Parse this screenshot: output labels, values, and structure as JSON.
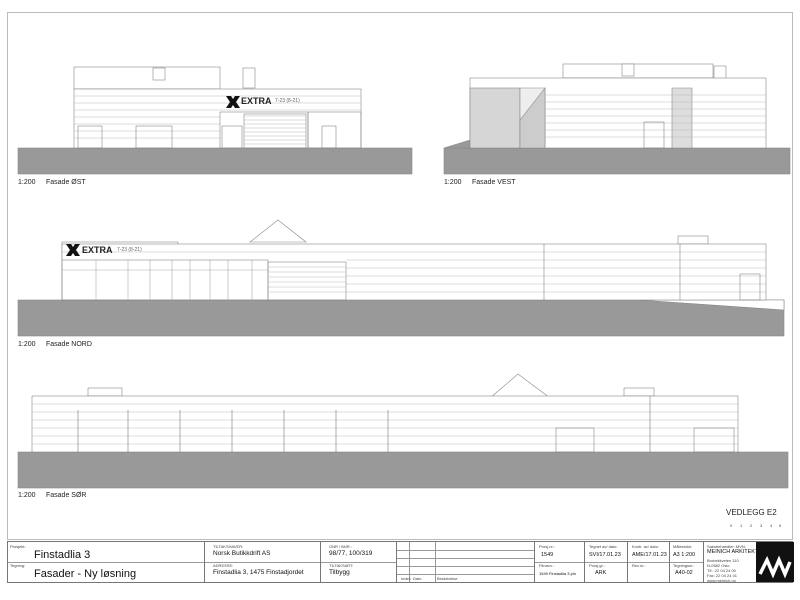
{
  "views": {
    "ost": {
      "scale": "1:200",
      "title": "Fasade ØST"
    },
    "vest": {
      "scale": "1:200",
      "title": "Fasade VEST"
    },
    "nord": {
      "scale": "1:200",
      "title": "Fasade NORD"
    },
    "sor": {
      "scale": "1:200",
      "title": "Fasade SØR"
    }
  },
  "signage": {
    "brand": "EXTRA",
    "hours": "7-23  (8-21)"
  },
  "appendix": "VEDLEGG E2",
  "scalebar": [
    "0",
    "1",
    "2",
    "3",
    "4",
    "5"
  ],
  "title_block": {
    "project_label": "Prosjekt:",
    "project": "Finstadlia 3",
    "drawing_label": "Tegning:",
    "drawing": "Fasader - Ny løsning",
    "owner_label": "TILTAKSHAVER:",
    "owner": "Norsk Butikkdrift AS",
    "gnr_label": "GNR / BNR.:",
    "gnr": "98/77, 100/319",
    "address_label": "ADRESSE:",
    "address": "Finstadlia 3, 1475 Finstadjordet",
    "type_label": "TILTAKSART:",
    "type": "Tilbygg",
    "rev_headers": [
      "Index",
      "Dato",
      "Beskrivelse"
    ],
    "projnr_label": "Prosj.nr.:",
    "projnr": "1549",
    "drawn_label": "Tegnet av/ dato:",
    "drawn": "SVI/17.01.23",
    "checked_label": "Kontr. av/ dato:",
    "checked": "AME/17.01.23",
    "scale_label": "Målestokk:",
    "scale": "A3 1:200",
    "file_label": "Filnavn.:",
    "file": "1549 Finstadlia 3.pln",
    "fag_label": "Prosj.gr.:",
    "fag": "ARK",
    "revnr_label": "Rev.nr.:",
    "revnr": "",
    "drawno_label": "Tegningsnr.:",
    "drawno": "A40-02",
    "firm_label": "Saksbehandler: MVN,",
    "firm": "MEINICH ARKITEKTER AS",
    "firm_addr": "Brobekkveien 110\nN-0582 Oslo",
    "firm_tel": "Tlf.: 22 04 24 00",
    "firm_fax": "Fax: 22 04 24 01",
    "firm_web": "www.meinich.no"
  }
}
